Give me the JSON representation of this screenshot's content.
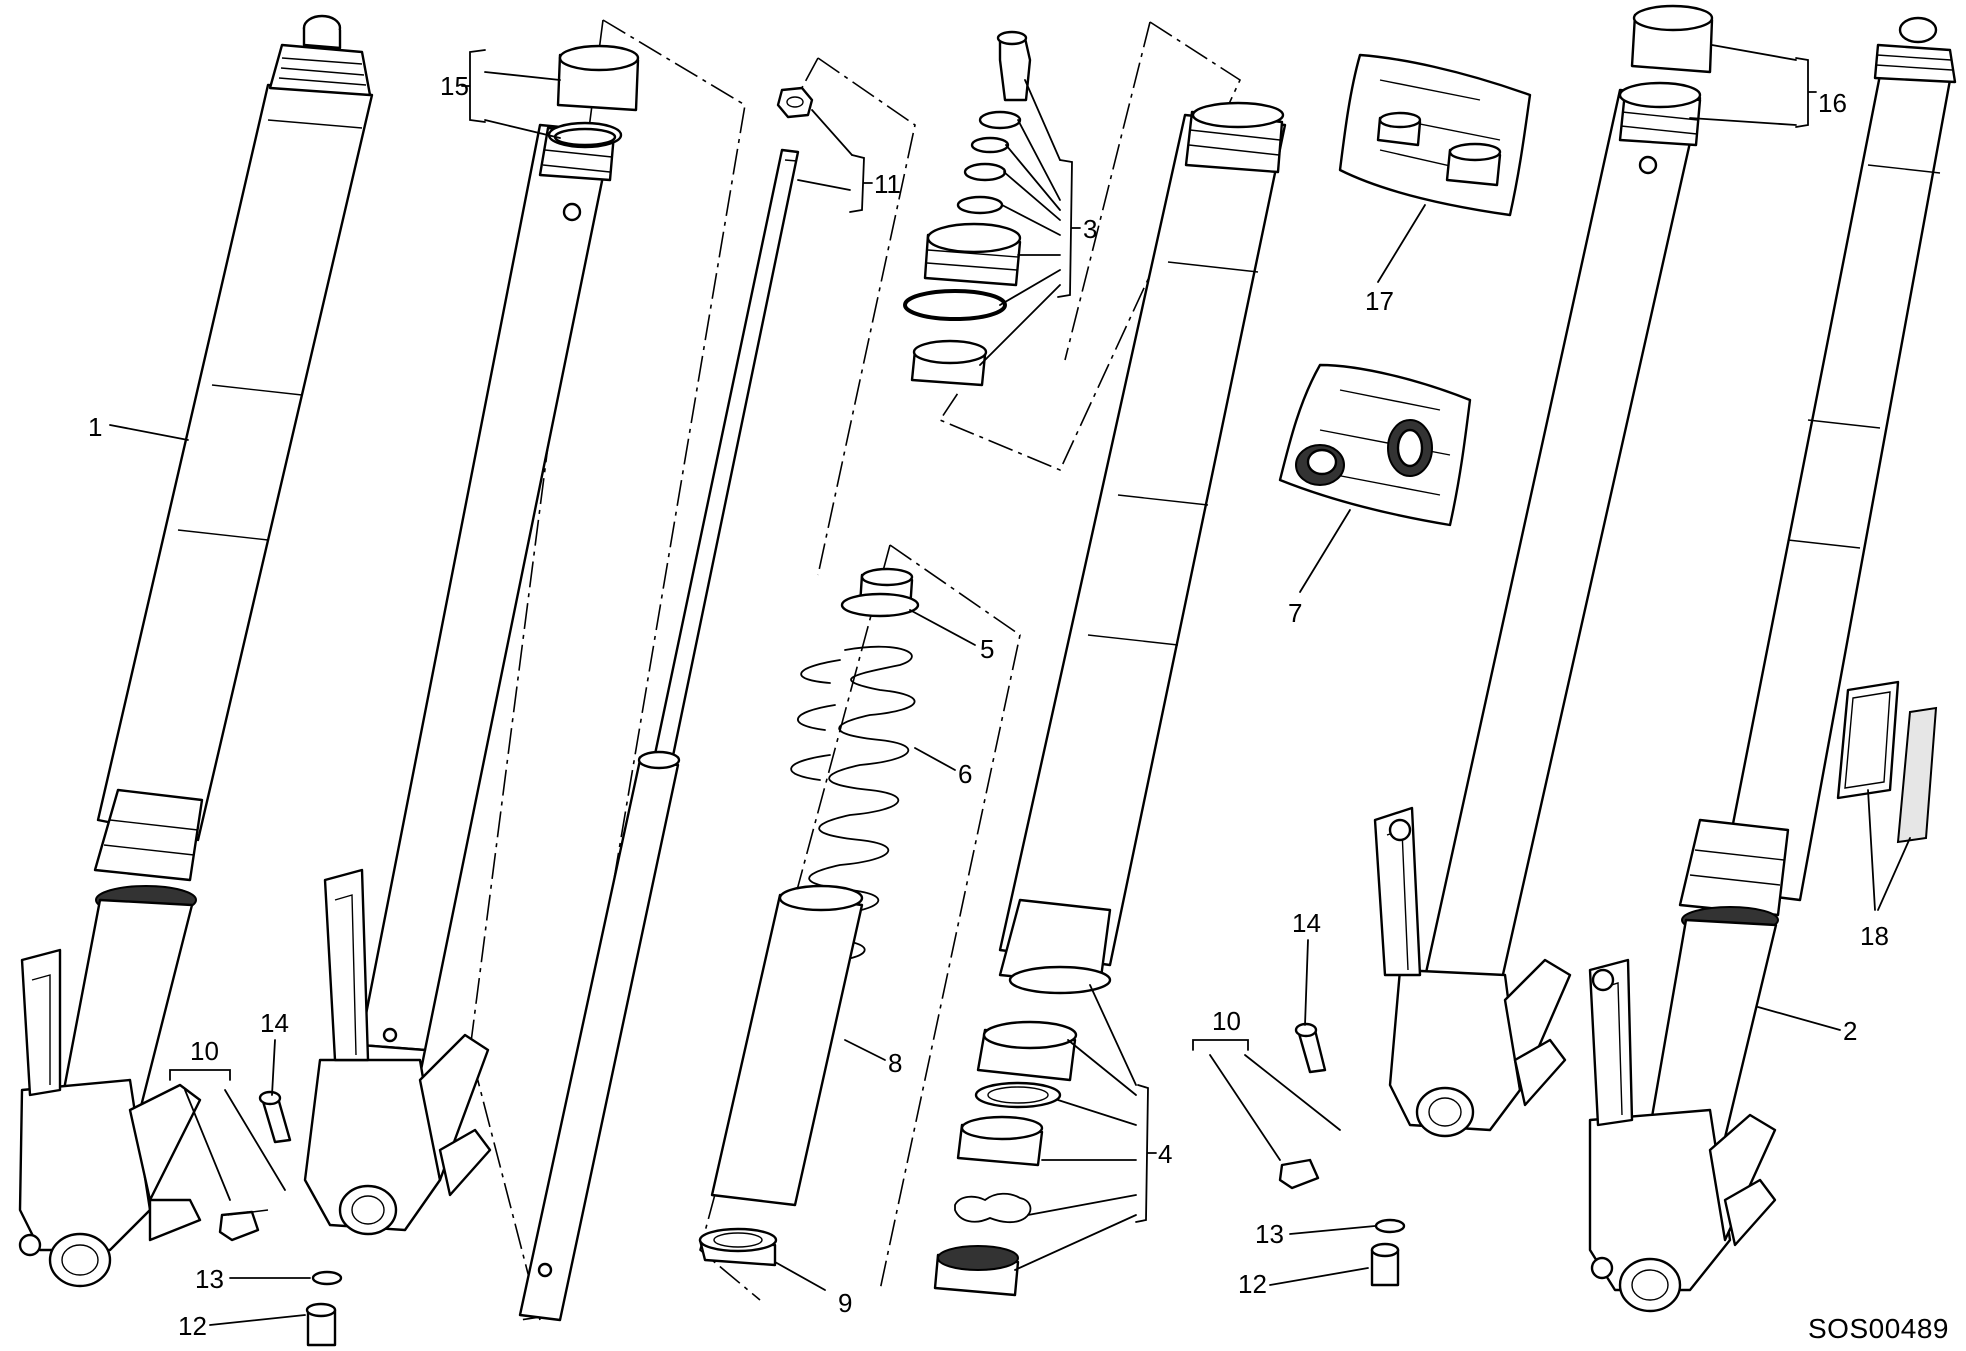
{
  "figure_code": "SOS00489",
  "callouts": {
    "c1": "1",
    "c2": "2",
    "c3": "3",
    "c4": "4",
    "c5": "5",
    "c6": "6",
    "c7": "7",
    "c8": "8",
    "c9": "9",
    "c10_left": "10",
    "c10_right": "10",
    "c11": "11",
    "c12_left": "12",
    "c12_right": "12",
    "c13_left": "13",
    "c13_right": "13",
    "c14_left": "14",
    "c14_right": "14",
    "c15": "15",
    "c16": "16",
    "c17": "17",
    "c18": "18"
  }
}
